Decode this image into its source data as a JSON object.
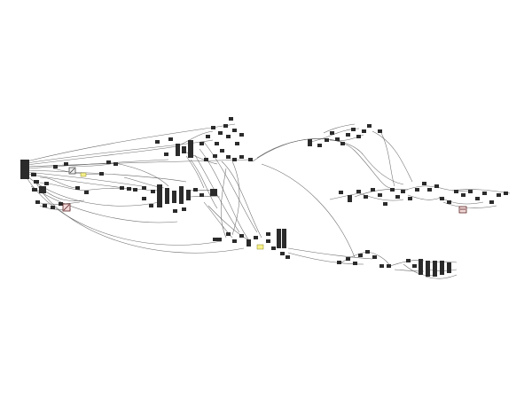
{
  "canvas": {
    "background": "#ffffff",
    "wire_color": "#5a5a5a",
    "node_color": "#2b2b2b",
    "highlight_color": "#f6f08a"
  },
  "groups": [
    {
      "id": "input-cluster",
      "label": ""
    },
    {
      "id": "upper-cluster",
      "label": ""
    },
    {
      "id": "center-cluster",
      "label": ""
    },
    {
      "id": "lower-cluster",
      "label": ""
    },
    {
      "id": "top-right-cluster",
      "label": ""
    },
    {
      "id": "right-chain",
      "label": ""
    },
    {
      "id": "bottom-right-cluster",
      "label": ""
    }
  ],
  "icons": [
    {
      "name": "panel-icon-top",
      "kind": "box"
    },
    {
      "name": "panel-icon-left",
      "kind": "red-box"
    },
    {
      "name": "panel-icon-right",
      "kind": "red-box"
    }
  ]
}
